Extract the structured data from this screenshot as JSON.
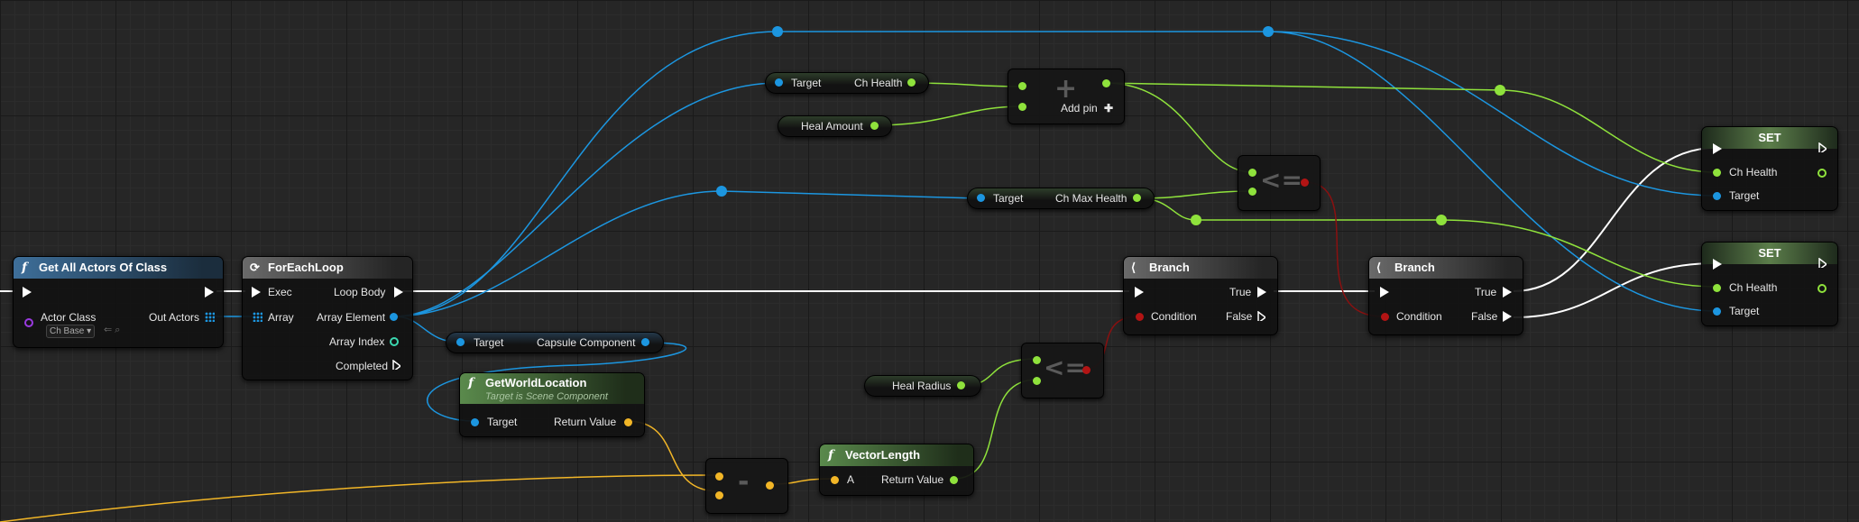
{
  "nodes": {
    "get_all_actors": {
      "title": "Get All Actors Of Class",
      "actor_class_label": "Actor Class",
      "out_actors_label": "Out Actors",
      "class_value": "Ch Base"
    },
    "for_each": {
      "title": "ForEachLoop",
      "exec_label": "Exec",
      "loop_body_label": "Loop Body",
      "array_label": "Array",
      "array_element_label": "Array Element",
      "array_index_label": "Array Index",
      "completed_label": "Completed"
    },
    "get_ch_health": {
      "target_label": "Target",
      "value_label": "Ch Health"
    },
    "heal_amount": {
      "label": "Heal Amount"
    },
    "add": {
      "add_pin_label": "Add pin"
    },
    "get_ch_max_health": {
      "target_label": "Target",
      "value_label": "Ch Max Health"
    },
    "capsule": {
      "target_label": "Target",
      "value_label": "Capsule Component"
    },
    "get_world_location": {
      "title": "GetWorldLocation",
      "subtitle": "Target is Scene Component",
      "target_label": "Target",
      "return_label": "Return Value"
    },
    "heal_radius": {
      "label": "Heal Radius"
    },
    "vector_length": {
      "title": "VectorLength",
      "a_label": "A",
      "return_label": "Return Value"
    },
    "branch1": {
      "title": "Branch",
      "condition_label": "Condition",
      "true_label": "True",
      "false_label": "False"
    },
    "branch2": {
      "title": "Branch",
      "condition_label": "Condition",
      "true_label": "True",
      "false_label": "False"
    },
    "set1": {
      "title": "SET",
      "value_label": "Ch Health",
      "target_label": "Target"
    },
    "set2": {
      "title": "SET",
      "value_label": "Ch Health",
      "target_label": "Target"
    }
  },
  "colors": {
    "exec": "#ffffff",
    "object": "#1c96e0",
    "float": "#8fe23c",
    "vector": "#f2b627",
    "bool": "#b21414"
  },
  "icons": {
    "function": "f",
    "loop": "loop-icon",
    "branch": "branch-icon"
  }
}
